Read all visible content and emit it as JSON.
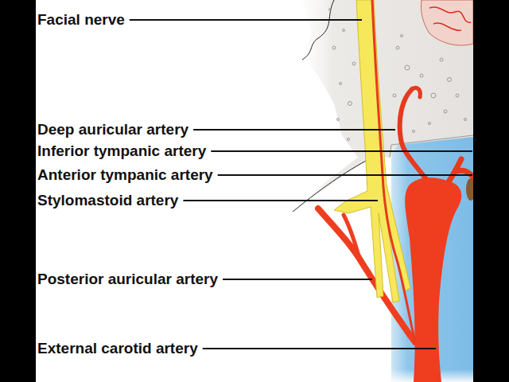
{
  "diagram": {
    "labels": [
      "Facial nerve",
      "Deep auricular artery",
      "Inferior tympanic artery",
      "Anterior tympanic artery",
      "Stylomastoid artery",
      "Posterior auricular artery",
      "External carotid artery"
    ]
  }
}
